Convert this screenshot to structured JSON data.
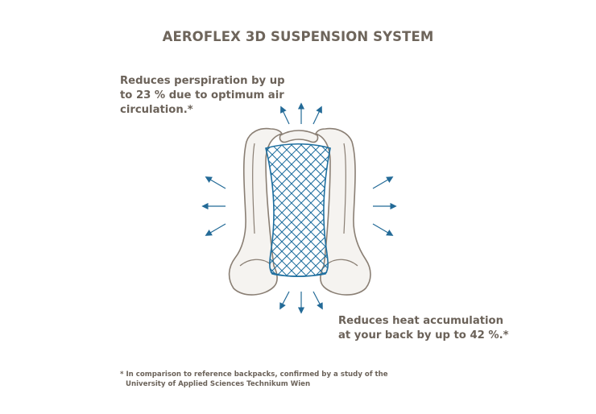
{
  "title": "AEROFLEX 3D SUSPENSION SYSTEM",
  "callouts": {
    "top": {
      "line1": "Reduces perspiration by up",
      "line2": "to 23 % due to optimum air",
      "line3": "circulation.*"
    },
    "bottom": {
      "line1": "Reduces heat accumulation",
      "line2": "at your back by up to 42 %.*"
    }
  },
  "footnote": {
    "line1": "* In comparison to reference backpacks, confirmed by a study of the",
    "line2": "University of Applied Sciences Technikum Wien"
  },
  "colors": {
    "text": "#6b6259",
    "outline": "#8a7f74",
    "frame_fill": "#f5f3f0",
    "mesh": "#1f6f9f",
    "arrow": "#236a97"
  },
  "icons": [
    "airflow-arrow-icon",
    "mesh-back-panel",
    "backpack-frame-outline"
  ]
}
